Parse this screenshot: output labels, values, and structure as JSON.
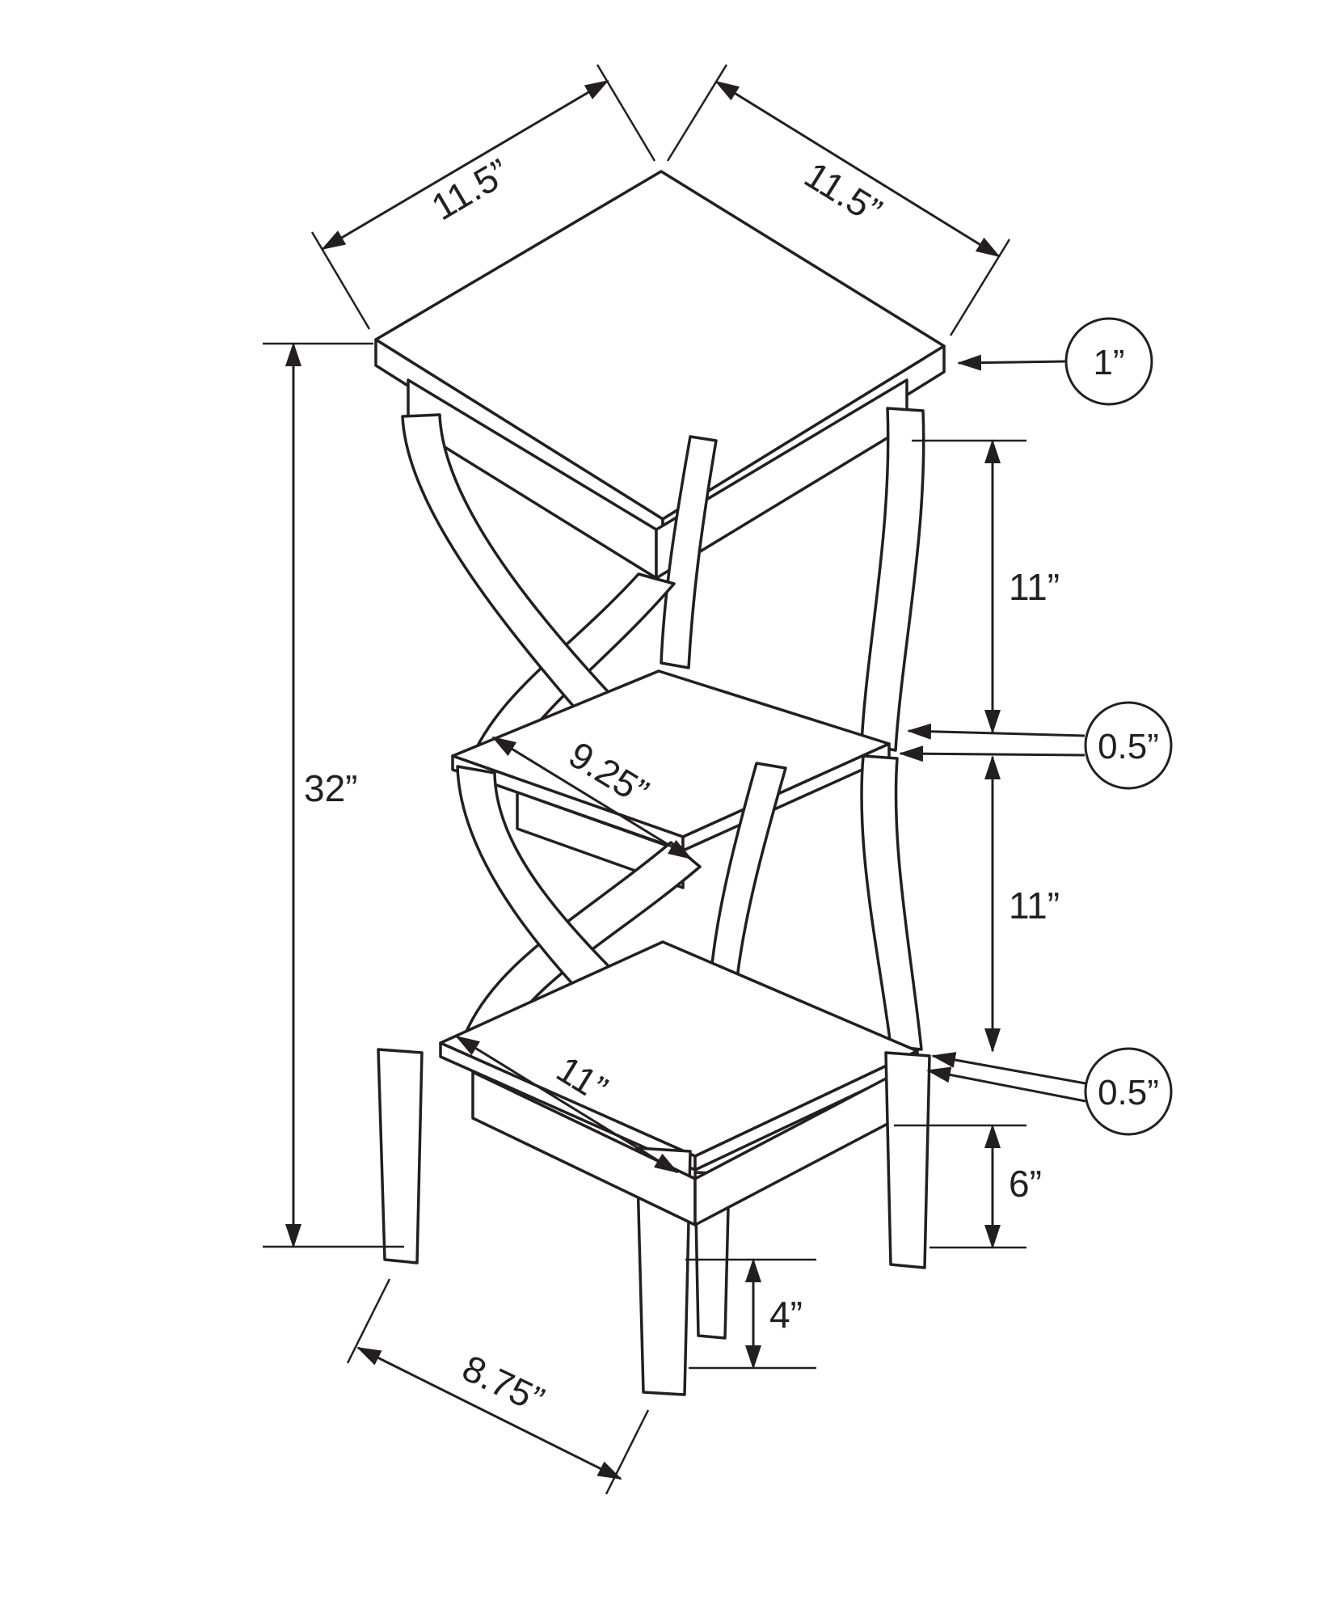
{
  "diagram": {
    "type": "technical-dimension-drawing",
    "subject": "3-tier twisted-leg plant stand / accent table",
    "colors": {
      "line": "#231f20",
      "background": "#ffffff"
    },
    "labels": {
      "top_left_width": "11.5”",
      "top_right_depth": "11.5”",
      "top_thickness": "1”",
      "overall_height": "32”",
      "upper_spacing": "11”",
      "middle_shelf_thickness": "0.5”",
      "lower_spacing": "11”",
      "middle_shelf_depth": "9.25”",
      "bottom_shelf_depth": "11”",
      "bottom_shelf_thickness": "0.5”",
      "base_section_height": "6”",
      "foot_clearance": "4”",
      "base_depth": "8.75”"
    }
  }
}
